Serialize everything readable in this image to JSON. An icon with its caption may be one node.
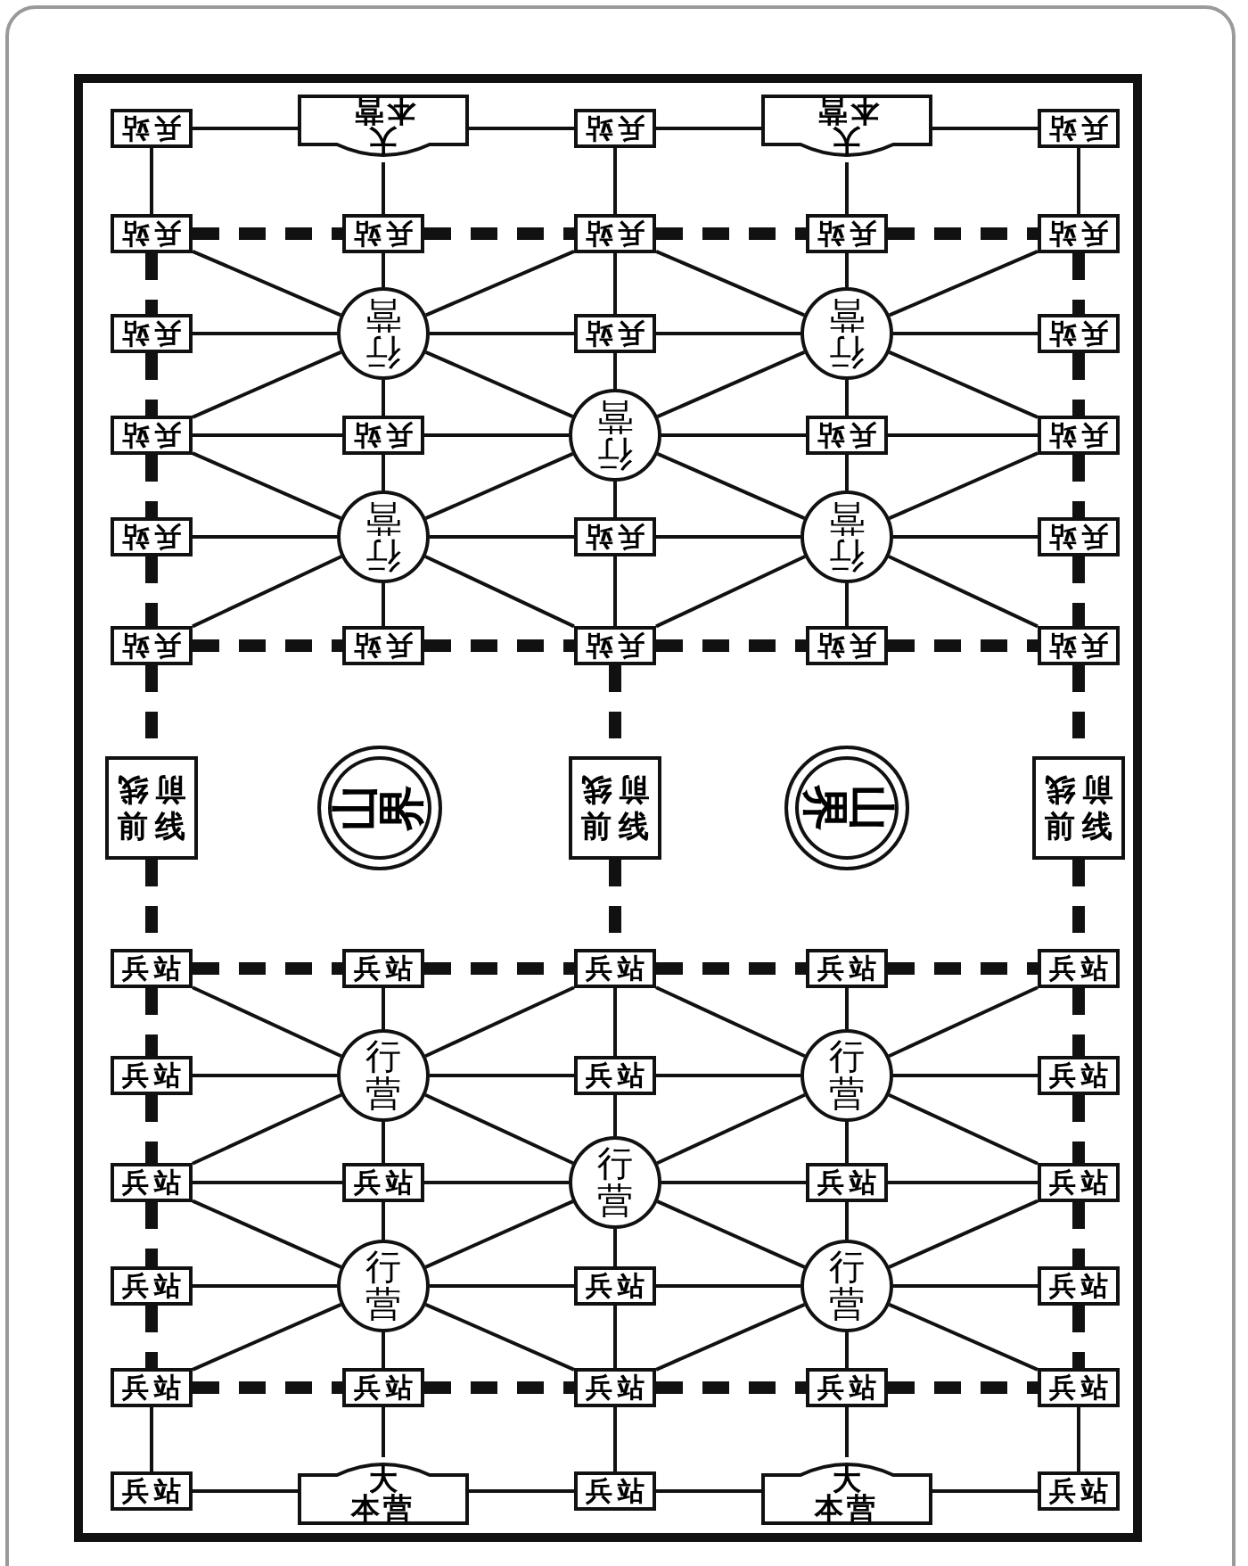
{
  "diagram": {
    "nodes": [
      {
        "text": [
          "兵站"
        ]
      },
      {
        "text": [
          "大本营"
        ]
      },
      {
        "text": [
          "兵站"
        ]
      },
      {
        "text": [
          "大本营"
        ]
      },
      {
        "text": [
          "兵站"
        ]
      },
      {
        "text": [
          "兵站"
        ]
      },
      {
        "text": [
          "兵站"
        ]
      },
      {
        "text": [
          "兵站"
        ]
      },
      {
        "text": [
          "兵站"
        ]
      },
      {
        "text": [
          "兵站"
        ]
      },
      {
        "text": [
          "兵站"
        ]
      },
      {
        "text": [
          "行营"
        ]
      },
      {
        "text": [
          "兵站"
        ]
      },
      {
        "text": [
          "行营"
        ]
      },
      {
        "text": [
          "兵站"
        ]
      },
      {
        "text": [
          "兵站"
        ]
      },
      {
        "text": [
          "兵站"
        ]
      },
      {
        "text": [
          "行营"
        ]
      },
      {
        "text": [
          "兵站"
        ]
      },
      {
        "text": [
          "兵站"
        ]
      },
      {
        "text": [
          "兵站"
        ]
      },
      {
        "text": [
          "行营"
        ]
      },
      {
        "text": [
          "兵站"
        ]
      },
      {
        "text": [
          "行营"
        ]
      },
      {
        "text": [
          "兵站"
        ]
      },
      {
        "text": [
          "兵站"
        ]
      },
      {
        "text": [
          "兵站"
        ]
      },
      {
        "text": [
          "兵站"
        ]
      },
      {
        "text": [
          "兵站"
        ]
      },
      {
        "text": [
          "兵站"
        ]
      },
      {
        "text": [
          "前线",
          "前线"
        ]
      },
      {
        "text": [
          "山界"
        ]
      },
      {
        "text": [
          "前线",
          "前线"
        ]
      },
      {
        "text": [
          "山界"
        ]
      },
      {
        "text": [
          "前线",
          "前线"
        ]
      },
      {
        "text": [
          "兵站"
        ]
      },
      {
        "text": [
          "兵站"
        ]
      },
      {
        "text": [
          "兵站"
        ]
      },
      {
        "text": [
          "兵站"
        ]
      },
      {
        "text": [
          "兵站"
        ]
      },
      {
        "text": [
          "兵站"
        ]
      },
      {
        "text": [
          "行营"
        ]
      },
      {
        "text": [
          "兵站"
        ]
      },
      {
        "text": [
          "行营"
        ]
      },
      {
        "text": [
          "兵站"
        ]
      },
      {
        "text": [
          "兵站"
        ]
      },
      {
        "text": [
          "兵站"
        ]
      },
      {
        "text": [
          "行营"
        ]
      },
      {
        "text": [
          "兵站"
        ]
      },
      {
        "text": [
          "兵站"
        ]
      },
      {
        "text": [
          "兵站"
        ]
      },
      {
        "text": [
          "行营"
        ]
      },
      {
        "text": [
          "兵站"
        ]
      },
      {
        "text": [
          "行营"
        ]
      },
      {
        "text": [
          "兵站"
        ]
      },
      {
        "text": [
          "兵站"
        ]
      },
      {
        "text": [
          "兵站"
        ]
      },
      {
        "text": [
          "兵站"
        ]
      },
      {
        "text": [
          "兵站"
        ]
      },
      {
        "text": [
          "兵站"
        ]
      },
      {
        "text": [
          "兵站"
        ]
      },
      {
        "text": [
          "大本营"
        ]
      },
      {
        "text": [
          "兵站"
        ]
      },
      {
        "text": [
          "大本营"
        ]
      },
      {
        "text": [
          "兵站"
        ]
      }
    ],
    "edges": [
      {
        "from": 0,
        "to": 1,
        "arrow": "none"
      },
      {
        "from": 1,
        "to": 2,
        "arrow": "none"
      },
      {
        "from": 2,
        "to": 3,
        "arrow": "none"
      },
      {
        "from": 3,
        "to": 4,
        "arrow": "none"
      },
      {
        "from": 5,
        "to": 6,
        "arrow": "none",
        "style": "dashed"
      },
      {
        "from": 6,
        "to": 7,
        "arrow": "none",
        "style": "dashed"
      },
      {
        "from": 7,
        "to": 8,
        "arrow": "none",
        "style": "dashed"
      },
      {
        "from": 8,
        "to": 9,
        "arrow": "none",
        "style": "dashed"
      },
      {
        "from": 10,
        "to": 11,
        "arrow": "none"
      },
      {
        "from": 11,
        "to": 12,
        "arrow": "none"
      },
      {
        "from": 12,
        "to": 13,
        "arrow": "none"
      },
      {
        "from": 13,
        "to": 14,
        "arrow": "none"
      },
      {
        "from": 15,
        "to": 16,
        "arrow": "none"
      },
      {
        "from": 16,
        "to": 17,
        "arrow": "none"
      },
      {
        "from": 17,
        "to": 18,
        "arrow": "none"
      },
      {
        "from": 18,
        "to": 19,
        "arrow": "none"
      },
      {
        "from": 20,
        "to": 21,
        "arrow": "none"
      },
      {
        "from": 21,
        "to": 22,
        "arrow": "none"
      },
      {
        "from": 22,
        "to": 23,
        "arrow": "none"
      },
      {
        "from": 23,
        "to": 24,
        "arrow": "none"
      },
      {
        "from": 25,
        "to": 26,
        "arrow": "none",
        "style": "dashed"
      },
      {
        "from": 26,
        "to": 27,
        "arrow": "none",
        "style": "dashed"
      },
      {
        "from": 27,
        "to": 28,
        "arrow": "none",
        "style": "dashed"
      },
      {
        "from": 28,
        "to": 29,
        "arrow": "none",
        "style": "dashed"
      },
      {
        "from": 0,
        "to": 5,
        "arrow": "none"
      },
      {
        "from": 1,
        "to": 6,
        "arrow": "none"
      },
      {
        "from": 2,
        "to": 7,
        "arrow": "none"
      },
      {
        "from": 3,
        "to": 8,
        "arrow": "none"
      },
      {
        "from": 4,
        "to": 9,
        "arrow": "none"
      },
      {
        "from": 5,
        "to": 10,
        "arrow": "none",
        "style": "dashed"
      },
      {
        "from": 6,
        "to": 11,
        "arrow": "none"
      },
      {
        "from": 7,
        "to": 12,
        "arrow": "none"
      },
      {
        "from": 8,
        "to": 13,
        "arrow": "none"
      },
      {
        "from": 9,
        "to": 14,
        "arrow": "none",
        "style": "dashed"
      },
      {
        "from": 10,
        "to": 15,
        "arrow": "none",
        "style": "dashed"
      },
      {
        "from": 11,
        "to": 16,
        "arrow": "none"
      },
      {
        "from": 12,
        "to": 17,
        "arrow": "none"
      },
      {
        "from": 13,
        "to": 18,
        "arrow": "none"
      },
      {
        "from": 14,
        "to": 19,
        "arrow": "none",
        "style": "dashed"
      },
      {
        "from": 15,
        "to": 20,
        "arrow": "none",
        "style": "dashed"
      },
      {
        "from": 16,
        "to": 21,
        "arrow": "none"
      },
      {
        "from": 17,
        "to": 22,
        "arrow": "none"
      },
      {
        "from": 18,
        "to": 23,
        "arrow": "none"
      },
      {
        "from": 19,
        "to": 24,
        "arrow": "none",
        "style": "dashed"
      },
      {
        "from": 20,
        "to": 25,
        "arrow": "none",
        "style": "dashed"
      },
      {
        "from": 21,
        "to": 26,
        "arrow": "none"
      },
      {
        "from": 22,
        "to": 27,
        "arrow": "none"
      },
      {
        "from": 23,
        "to": 28,
        "arrow": "none"
      },
      {
        "from": 24,
        "to": 29,
        "arrow": "none",
        "style": "dashed"
      },
      {
        "from": 5,
        "to": 11,
        "arrow": "none"
      },
      {
        "from": 7,
        "to": 11,
        "arrow": "none"
      },
      {
        "from": 11,
        "to": 15,
        "arrow": "none"
      },
      {
        "from": 11,
        "to": 17,
        "arrow": "none"
      },
      {
        "from": 7,
        "to": 13,
        "arrow": "none"
      },
      {
        "from": 9,
        "to": 13,
        "arrow": "none"
      },
      {
        "from": 13,
        "to": 17,
        "arrow": "none"
      },
      {
        "from": 13,
        "to": 19,
        "arrow": "none"
      },
      {
        "from": 15,
        "to": 21,
        "arrow": "none"
      },
      {
        "from": 17,
        "to": 21,
        "arrow": "none"
      },
      {
        "from": 21,
        "to": 25,
        "arrow": "none"
      },
      {
        "from": 21,
        "to": 27,
        "arrow": "none"
      },
      {
        "from": 17,
        "to": 23,
        "arrow": "none"
      },
      {
        "from": 19,
        "to": 23,
        "arrow": "none"
      },
      {
        "from": 23,
        "to": 27,
        "arrow": "none"
      },
      {
        "from": 23,
        "to": 29,
        "arrow": "none"
      },
      {
        "from": 25,
        "to": 30,
        "arrow": "none",
        "style": "dashed"
      },
      {
        "from": 30,
        "to": 35,
        "arrow": "none",
        "style": "dashed"
      },
      {
        "from": 27,
        "to": 32,
        "arrow": "none",
        "style": "dashed"
      },
      {
        "from": 32,
        "to": 37,
        "arrow": "none",
        "style": "dashed"
      },
      {
        "from": 29,
        "to": 34,
        "arrow": "none",
        "style": "dashed"
      },
      {
        "from": 34,
        "to": 39,
        "arrow": "none",
        "style": "dashed"
      },
      {
        "from": 35,
        "to": 36,
        "arrow": "none",
        "style": "dashed"
      },
      {
        "from": 36,
        "to": 37,
        "arrow": "none",
        "style": "dashed"
      },
      {
        "from": 37,
        "to": 38,
        "arrow": "none",
        "style": "dashed"
      },
      {
        "from": 38,
        "to": 39,
        "arrow": "none",
        "style": "dashed"
      },
      {
        "from": 40,
        "to": 41,
        "arrow": "none"
      },
      {
        "from": 41,
        "to": 42,
        "arrow": "none"
      },
      {
        "from": 42,
        "to": 43,
        "arrow": "none"
      },
      {
        "from": 43,
        "to": 44,
        "arrow": "none"
      },
      {
        "from": 45,
        "to": 46,
        "arrow": "none"
      },
      {
        "from": 46,
        "to": 47,
        "arrow": "none"
      },
      {
        "from": 47,
        "to": 48,
        "arrow": "none"
      },
      {
        "from": 48,
        "to": 49,
        "arrow": "none"
      },
      {
        "from": 50,
        "to": 51,
        "arrow": "none"
      },
      {
        "from": 51,
        "to": 52,
        "arrow": "none"
      },
      {
        "from": 52,
        "to": 53,
        "arrow": "none"
      },
      {
        "from": 53,
        "to": 54,
        "arrow": "none"
      },
      {
        "from": 55,
        "to": 56,
        "arrow": "none",
        "style": "dashed"
      },
      {
        "from": 56,
        "to": 57,
        "arrow": "none",
        "style": "dashed"
      },
      {
        "from": 57,
        "to": 58,
        "arrow": "none",
        "style": "dashed"
      },
      {
        "from": 58,
        "to": 59,
        "arrow": "none",
        "style": "dashed"
      },
      {
        "from": 60,
        "to": 61,
        "arrow": "none"
      },
      {
        "from": 61,
        "to": 62,
        "arrow": "none"
      },
      {
        "from": 62,
        "to": 63,
        "arrow": "none"
      },
      {
        "from": 63,
        "to": 64,
        "arrow": "none"
      },
      {
        "from": 35,
        "to": 40,
        "arrow": "none",
        "style": "dashed"
      },
      {
        "from": 36,
        "to": 41,
        "arrow": "none"
      },
      {
        "from": 37,
        "to": 42,
        "arrow": "none"
      },
      {
        "from": 38,
        "to": 43,
        "arrow": "none"
      },
      {
        "from": 39,
        "to": 44,
        "arrow": "none",
        "style": "dashed"
      },
      {
        "from": 40,
        "to": 45,
        "arrow": "none",
        "style": "dashed"
      },
      {
        "from": 41,
        "to": 46,
        "arrow": "none"
      },
      {
        "from": 42,
        "to": 47,
        "arrow": "none"
      },
      {
        "from": 43,
        "to": 48,
        "arrow": "none"
      },
      {
        "from": 44,
        "to": 49,
        "arrow": "none",
        "style": "dashed"
      },
      {
        "from": 45,
        "to": 50,
        "arrow": "none",
        "style": "dashed"
      },
      {
        "from": 46,
        "to": 51,
        "arrow": "none"
      },
      {
        "from": 47,
        "to": 52,
        "arrow": "none"
      },
      {
        "from": 48,
        "to": 53,
        "arrow": "none"
      },
      {
        "from": 49,
        "to": 54,
        "arrow": "none",
        "style": "dashed"
      },
      {
        "from": 50,
        "to": 55,
        "arrow": "none",
        "style": "dashed"
      },
      {
        "from": 51,
        "to": 56,
        "arrow": "none"
      },
      {
        "from": 52,
        "to": 57,
        "arrow": "none"
      },
      {
        "from": 53,
        "to": 58,
        "arrow": "none"
      },
      {
        "from": 54,
        "to": 59,
        "arrow": "none",
        "style": "dashed"
      },
      {
        "from": 55,
        "to": 60,
        "arrow": "none"
      },
      {
        "from": 56,
        "to": 61,
        "arrow": "none"
      },
      {
        "from": 57,
        "to": 62,
        "arrow": "none"
      },
      {
        "from": 58,
        "to": 63,
        "arrow": "none"
      },
      {
        "from": 59,
        "to": 64,
        "arrow": "none"
      },
      {
        "from": 35,
        "to": 41,
        "arrow": "none"
      },
      {
        "from": 37,
        "to": 41,
        "arrow": "none"
      },
      {
        "from": 41,
        "to": 45,
        "arrow": "none"
      },
      {
        "from": 41,
        "to": 47,
        "arrow": "none"
      },
      {
        "from": 37,
        "to": 43,
        "arrow": "none"
      },
      {
        "from": 39,
        "to": 43,
        "arrow": "none"
      },
      {
        "from": 43,
        "to": 47,
        "arrow": "none"
      },
      {
        "from": 43,
        "to": 49,
        "arrow": "none"
      },
      {
        "from": 45,
        "to": 51,
        "arrow": "none"
      },
      {
        "from": 47,
        "to": 51,
        "arrow": "none"
      },
      {
        "from": 51,
        "to": 55,
        "arrow": "none"
      },
      {
        "from": 51,
        "to": 57,
        "arrow": "none"
      },
      {
        "from": 47,
        "to": 53,
        "arrow": "none"
      },
      {
        "from": 49,
        "to": 53,
        "arrow": "none"
      },
      {
        "from": 53,
        "to": 57,
        "arrow": "none"
      },
      {
        "from": 53,
        "to": 59,
        "arrow": "none"
      }
    ]
  }
}
